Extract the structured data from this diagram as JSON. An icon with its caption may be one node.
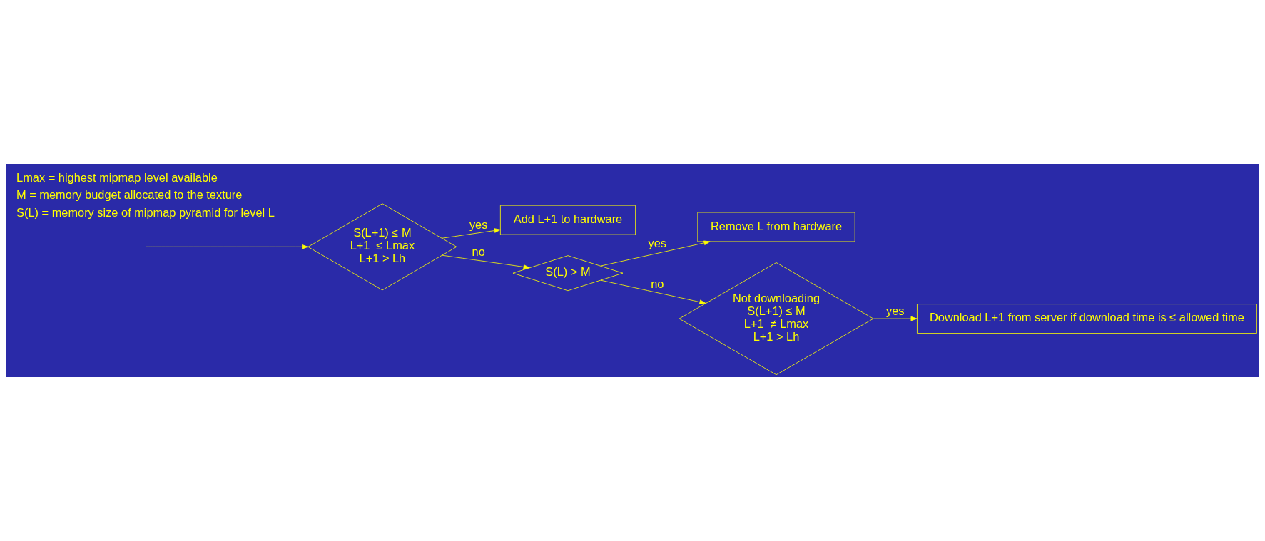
{
  "diagram": {
    "nodes": [
      {
        "text": [
          "S(L+1) ≤ M",
          "L+1  ≤ Lmax",
          "L+1 > Lh"
        ]
      },
      {
        "text": [
          "Add L+1 to hardware"
        ]
      },
      {
        "text": [
          "S(L) > M"
        ]
      },
      {
        "text": [
          "Remove L from hardware"
        ]
      },
      {
        "text": [
          "Not downloading",
          "S(L+1) ≤ M",
          "L+1  ≠ Lmax",
          "L+1 > Lh"
        ]
      },
      {
        "text": [
          "Download L+1 from server if download time is ≤ allowed time"
        ]
      }
    ],
    "edges": [
      {
        "from": null,
        "to": 0,
        "arrow": "to"
      },
      {
        "from": 0,
        "to": 1,
        "arrow": "to",
        "label": "yes"
      },
      {
        "from": 0,
        "to": 2,
        "arrow": "to",
        "label": "no"
      },
      {
        "from": 2,
        "to": 3,
        "arrow": "to",
        "label": "yes"
      },
      {
        "from": 2,
        "to": 4,
        "arrow": "to",
        "label": "no"
      },
      {
        "from": 4,
        "to": 5,
        "arrow": "to",
        "label": "yes"
      }
    ],
    "labels": [
      "Lmax = highest mipmap level available",
      "M = memory budget allocated to the texture",
      "S(L) = memory size of mipmap pyramid for level L"
    ]
  }
}
